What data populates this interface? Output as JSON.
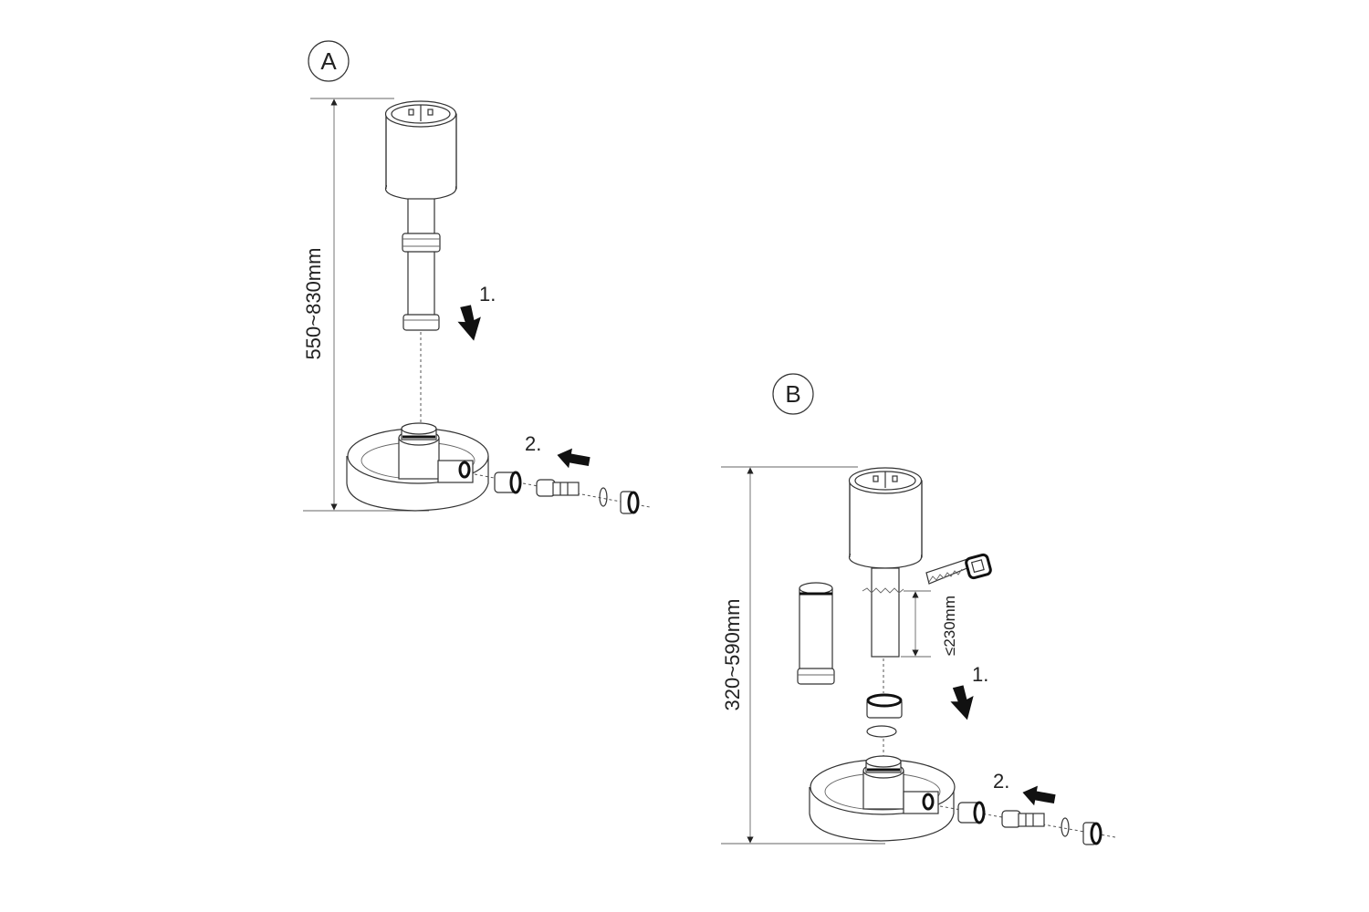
{
  "panel_a": {
    "label": "A",
    "height_range": "550~830mm",
    "step1": "1.",
    "step2": "2."
  },
  "panel_b": {
    "label": "B",
    "height_range": "320~590mm",
    "cut_length": "≤230mm",
    "step1": "1.",
    "step2": "2."
  },
  "colors": {
    "line": "#333333",
    "arrow": "#111111",
    "background": "#ffffff"
  }
}
